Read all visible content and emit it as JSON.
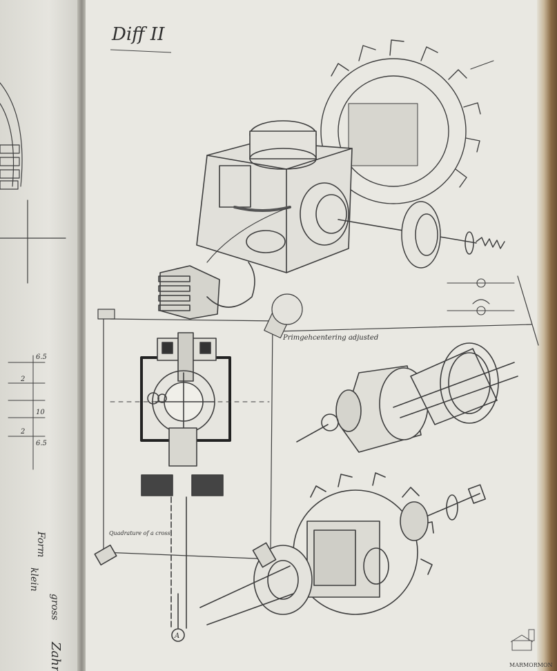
{
  "notebook": {
    "page_title": "Diff II",
    "annotations": {
      "alignment_note": "Primgehcentering adjusted",
      "quadrant_note": "Quadrature of a cross",
      "arrow_label": "A"
    },
    "left_page": {
      "dimensions": [
        "6.5",
        "2",
        "10",
        "2",
        "6.5"
      ],
      "words": [
        "Form",
        "klein",
        "gross",
        "Zahnrad"
      ]
    },
    "watermark": "MARMORMON"
  }
}
